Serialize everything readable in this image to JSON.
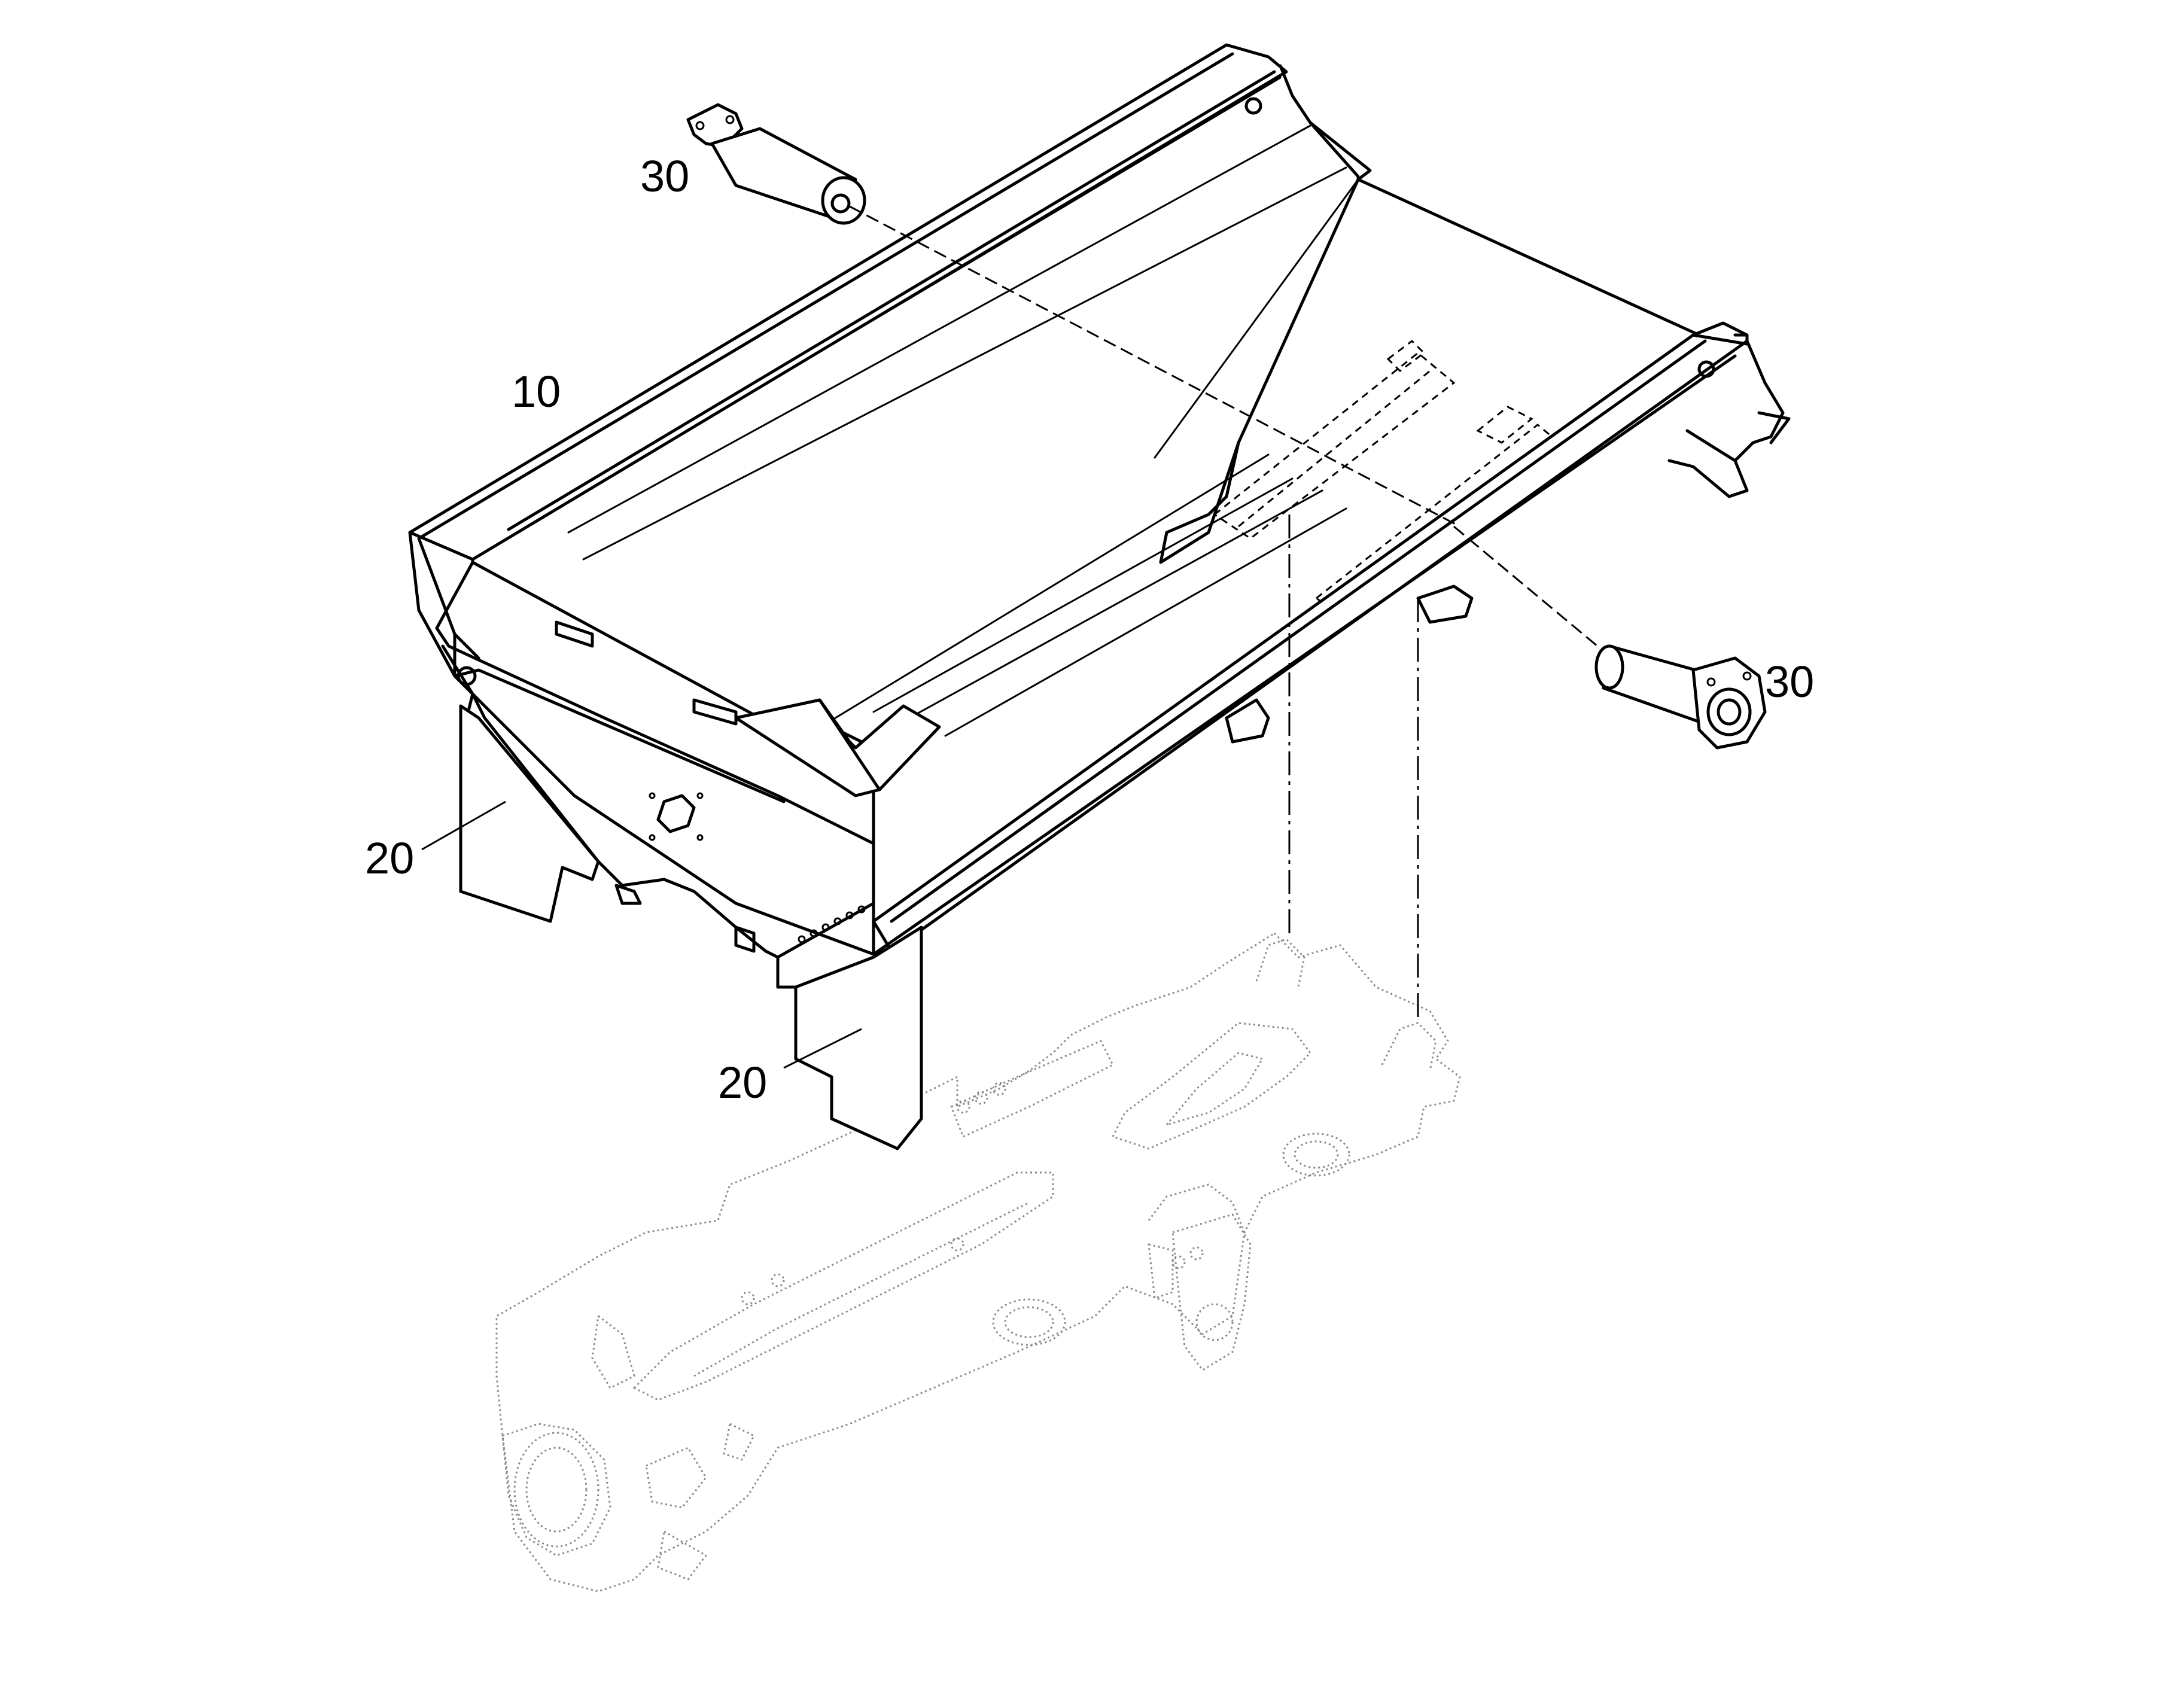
{
  "callouts": {
    "main_body": "10",
    "plate_left": "20",
    "plate_front": "20",
    "pin_top": "30",
    "pin_right": "30"
  }
}
